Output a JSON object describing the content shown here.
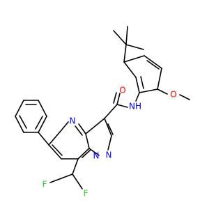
{
  "molecule": {
    "colors": {
      "bond": "#000000",
      "nitrogen": "#0000ff",
      "oxygen": "#ff0000",
      "fluorine": "#33cc33"
    },
    "labels": {
      "amide_oxygen": "O",
      "amide_nitrogen": "NH",
      "methoxy_oxygen": "O",
      "ring_nitrogen_pyrimidine": "N",
      "ring_nitrogen_bridge": "N",
      "ring_nitrogen_pyrazole": "N",
      "fluorine_left": "F",
      "fluorine_right": "F"
    }
  }
}
